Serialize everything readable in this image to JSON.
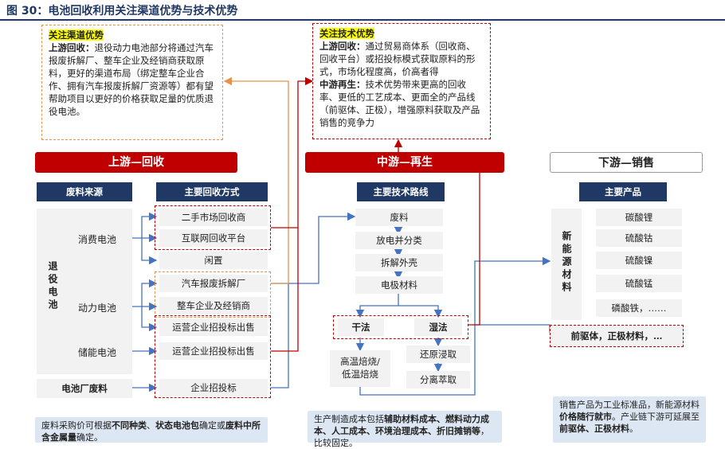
{
  "title": "图 30：电池回收利用关注渠道优势与技术优势",
  "notes": {
    "channel": {
      "heading": "关注渠道优势",
      "sub": "上游回收：",
      "text": "退役动力电池部分将通过汽车报废拆解厂、整车企业及经销商获取原料，更好的渠道布局（绑定整车企业合作、拥有汽车报废拆解厂资源等）都有望帮助项目以更好的价格获取足量的优质退役电池。"
    },
    "tech": {
      "heading": "关注技术优势",
      "sub1": "上游回收：",
      "text1": "通过贸易商体系（回收商、回收平台）或招投标模式获取原料的形式，市场化程度高，价高者得",
      "sub2": "中游再生：",
      "text2": "技术优势带来更高的回收率、更低的工艺成本、更面全的产品线（前驱体、正极），增强原料获取及产品销售的竞争力"
    }
  },
  "upstream": {
    "header": "上游—回收",
    "col1": "废料来源",
    "col2": "主要回收方式",
    "retired": "退役电池",
    "consumer": "消费电池",
    "power": "动力电池",
    "storage": "储能电池",
    "factory_waste": "电池厂废料",
    "methods": [
      "二手市场回收商",
      "互联网回收平台",
      "闲置",
      "汽车报废拆解厂",
      "整车企业及经销商",
      "运营企业招投标出售",
      "运营企业招投标出售",
      "企业招投标"
    ]
  },
  "midstream": {
    "header": "中游—再生",
    "col": "主要技术路线",
    "steps": [
      "废料",
      "放电并分类",
      "拆解外壳",
      "电极材料"
    ],
    "dry": "干法",
    "wet": "湿法",
    "dry_step": "高温焙烧/低温焙烧",
    "wet_steps": [
      "还原浸取",
      "分离萃取"
    ]
  },
  "downstream": {
    "header": "下游—销售",
    "col": "主要产品",
    "category": "新能源材料",
    "products": [
      "碳酸锂",
      "硫酸钴",
      "硫酸镍",
      "硫酸锰",
      "磷酸铁，……"
    ],
    "precursor": "前驱体，正极材料，…"
  },
  "footnotes": {
    "left": {
      "p1": "废料采购价可根据",
      "b1": "不同种类",
      "p2": "、",
      "b2": "状态电池包",
      "p3": "确定或",
      "b3": "废料中所含金属量",
      "p4": "确定。"
    },
    "mid": {
      "p1": "生产制造成本包括",
      "b1": "辅助材料成本、燃料动力成本、人工成本、环境治理成本、折旧摊销等",
      "p2": "，比较固定。"
    },
    "right": {
      "p1": "销售产品为工业标准品，新能源材料",
      "b1": "价格随行就市",
      "p2": "。产业链下游可延展至",
      "b2": "前驱体、正极材料",
      "p3": "。"
    }
  },
  "colors": {
    "navy": "#1f3864",
    "red": "#c00000",
    "orange": "#e8934a",
    "blue": "#4472c4",
    "gray": "#f2f2f2"
  }
}
